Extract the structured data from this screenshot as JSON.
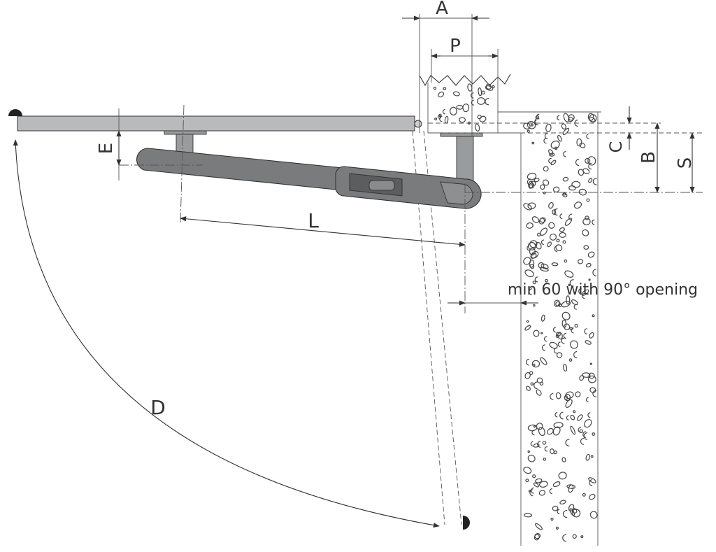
{
  "labels": {
    "a": "A",
    "p": "P",
    "c": "C",
    "b": "B",
    "s": "S",
    "e": "E",
    "l": "L",
    "d": "D",
    "min_clearance": "min 60 with 90° opening"
  },
  "colors": {
    "gate_fill": "#b9babc",
    "operator_fill": "#7a7b7d",
    "operator_dark": "#5c5d5f",
    "bracket_fill": "#9a9b9d",
    "line": "#333333",
    "stone": "#444444"
  },
  "icons": {
    "hinge_closed": "half-disc-hinge-icon",
    "hinge_open": "half-disc-hinge-icon"
  }
}
